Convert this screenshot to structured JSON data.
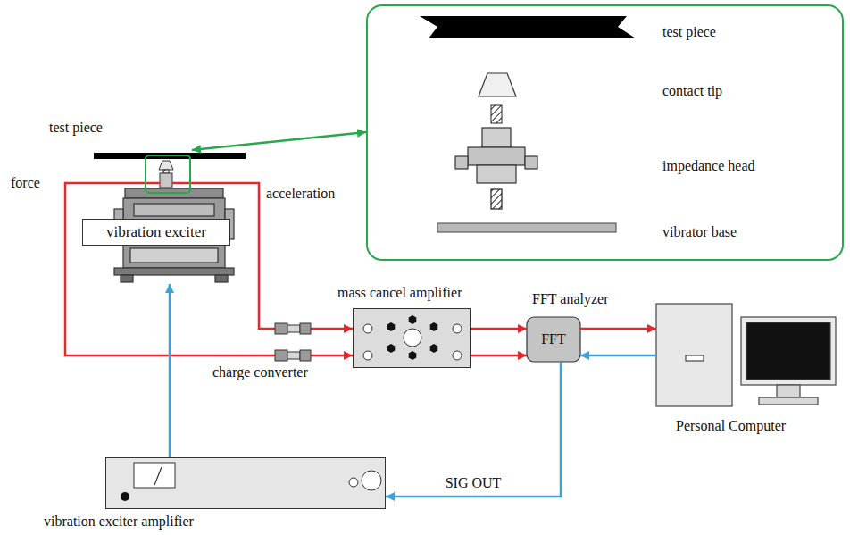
{
  "diagram": {
    "nodes": [
      {
        "text": [
          "test piece",
          "contact tip",
          "impedance head",
          "vibrator base"
        ]
      },
      {
        "text": [
          "vibration exciter"
        ]
      },
      {
        "text": [
          "mass cancel amplifier"
        ]
      },
      {
        "text": [
          "FFT analyzer",
          "FFT"
        ]
      },
      {
        "text": [
          "Personal Computer"
        ]
      },
      {
        "text": [
          "vibration exciter amplifier"
        ]
      }
    ],
    "edges": [
      {
        "from": 1,
        "to": 0,
        "arrow": "both"
      },
      {
        "from": 1,
        "to": 2,
        "arrow": "to"
      },
      {
        "from": 1,
        "to": 2,
        "arrow": "to"
      },
      {
        "from": 2,
        "to": 3,
        "arrow": "to"
      },
      {
        "from": 2,
        "to": 3,
        "arrow": "to"
      },
      {
        "from": 3,
        "to": 4,
        "arrow": "to"
      },
      {
        "from": 4,
        "to": 3,
        "arrow": "to"
      },
      {
        "from": 3,
        "to": 5,
        "label": "SIG OUT",
        "arrow": "to"
      },
      {
        "from": 5,
        "to": 1,
        "arrow": "to"
      }
    ],
    "labels": [
      "test piece",
      "force",
      "acceleration",
      "charge converter"
    ]
  }
}
